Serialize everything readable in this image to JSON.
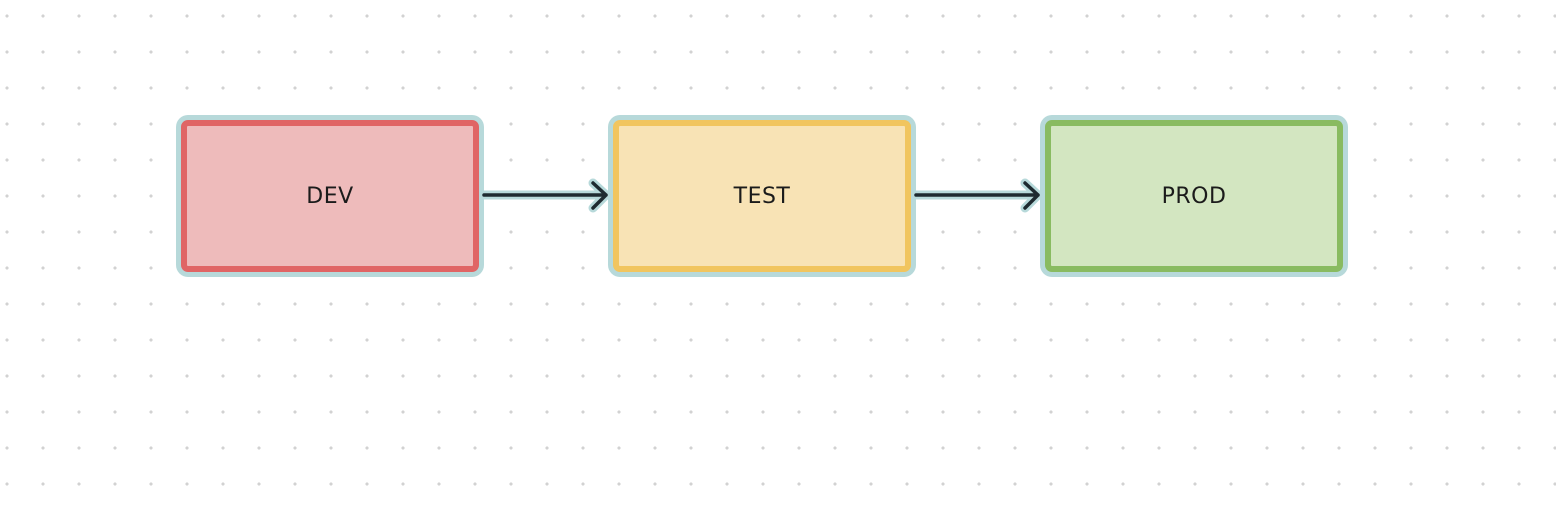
{
  "nodes": [
    {
      "id": "dev",
      "label": "DEV",
      "fill": "#eebbbb",
      "border": "#e06565"
    },
    {
      "id": "test",
      "label": "TEST",
      "fill": "#f8e3b5",
      "border": "#f1c55f"
    },
    {
      "id": "prod",
      "label": "PROD",
      "fill": "#d3e6c1",
      "border": "#89bb61"
    }
  ],
  "edges": [
    {
      "from": "dev",
      "to": "test"
    },
    {
      "from": "test",
      "to": "prod"
    }
  ],
  "colors": {
    "background": "#ffffff",
    "grid_dot": "#d2d2d2",
    "selection_halo": "#b7d9da",
    "edge_stroke": "#1e2a30"
  }
}
